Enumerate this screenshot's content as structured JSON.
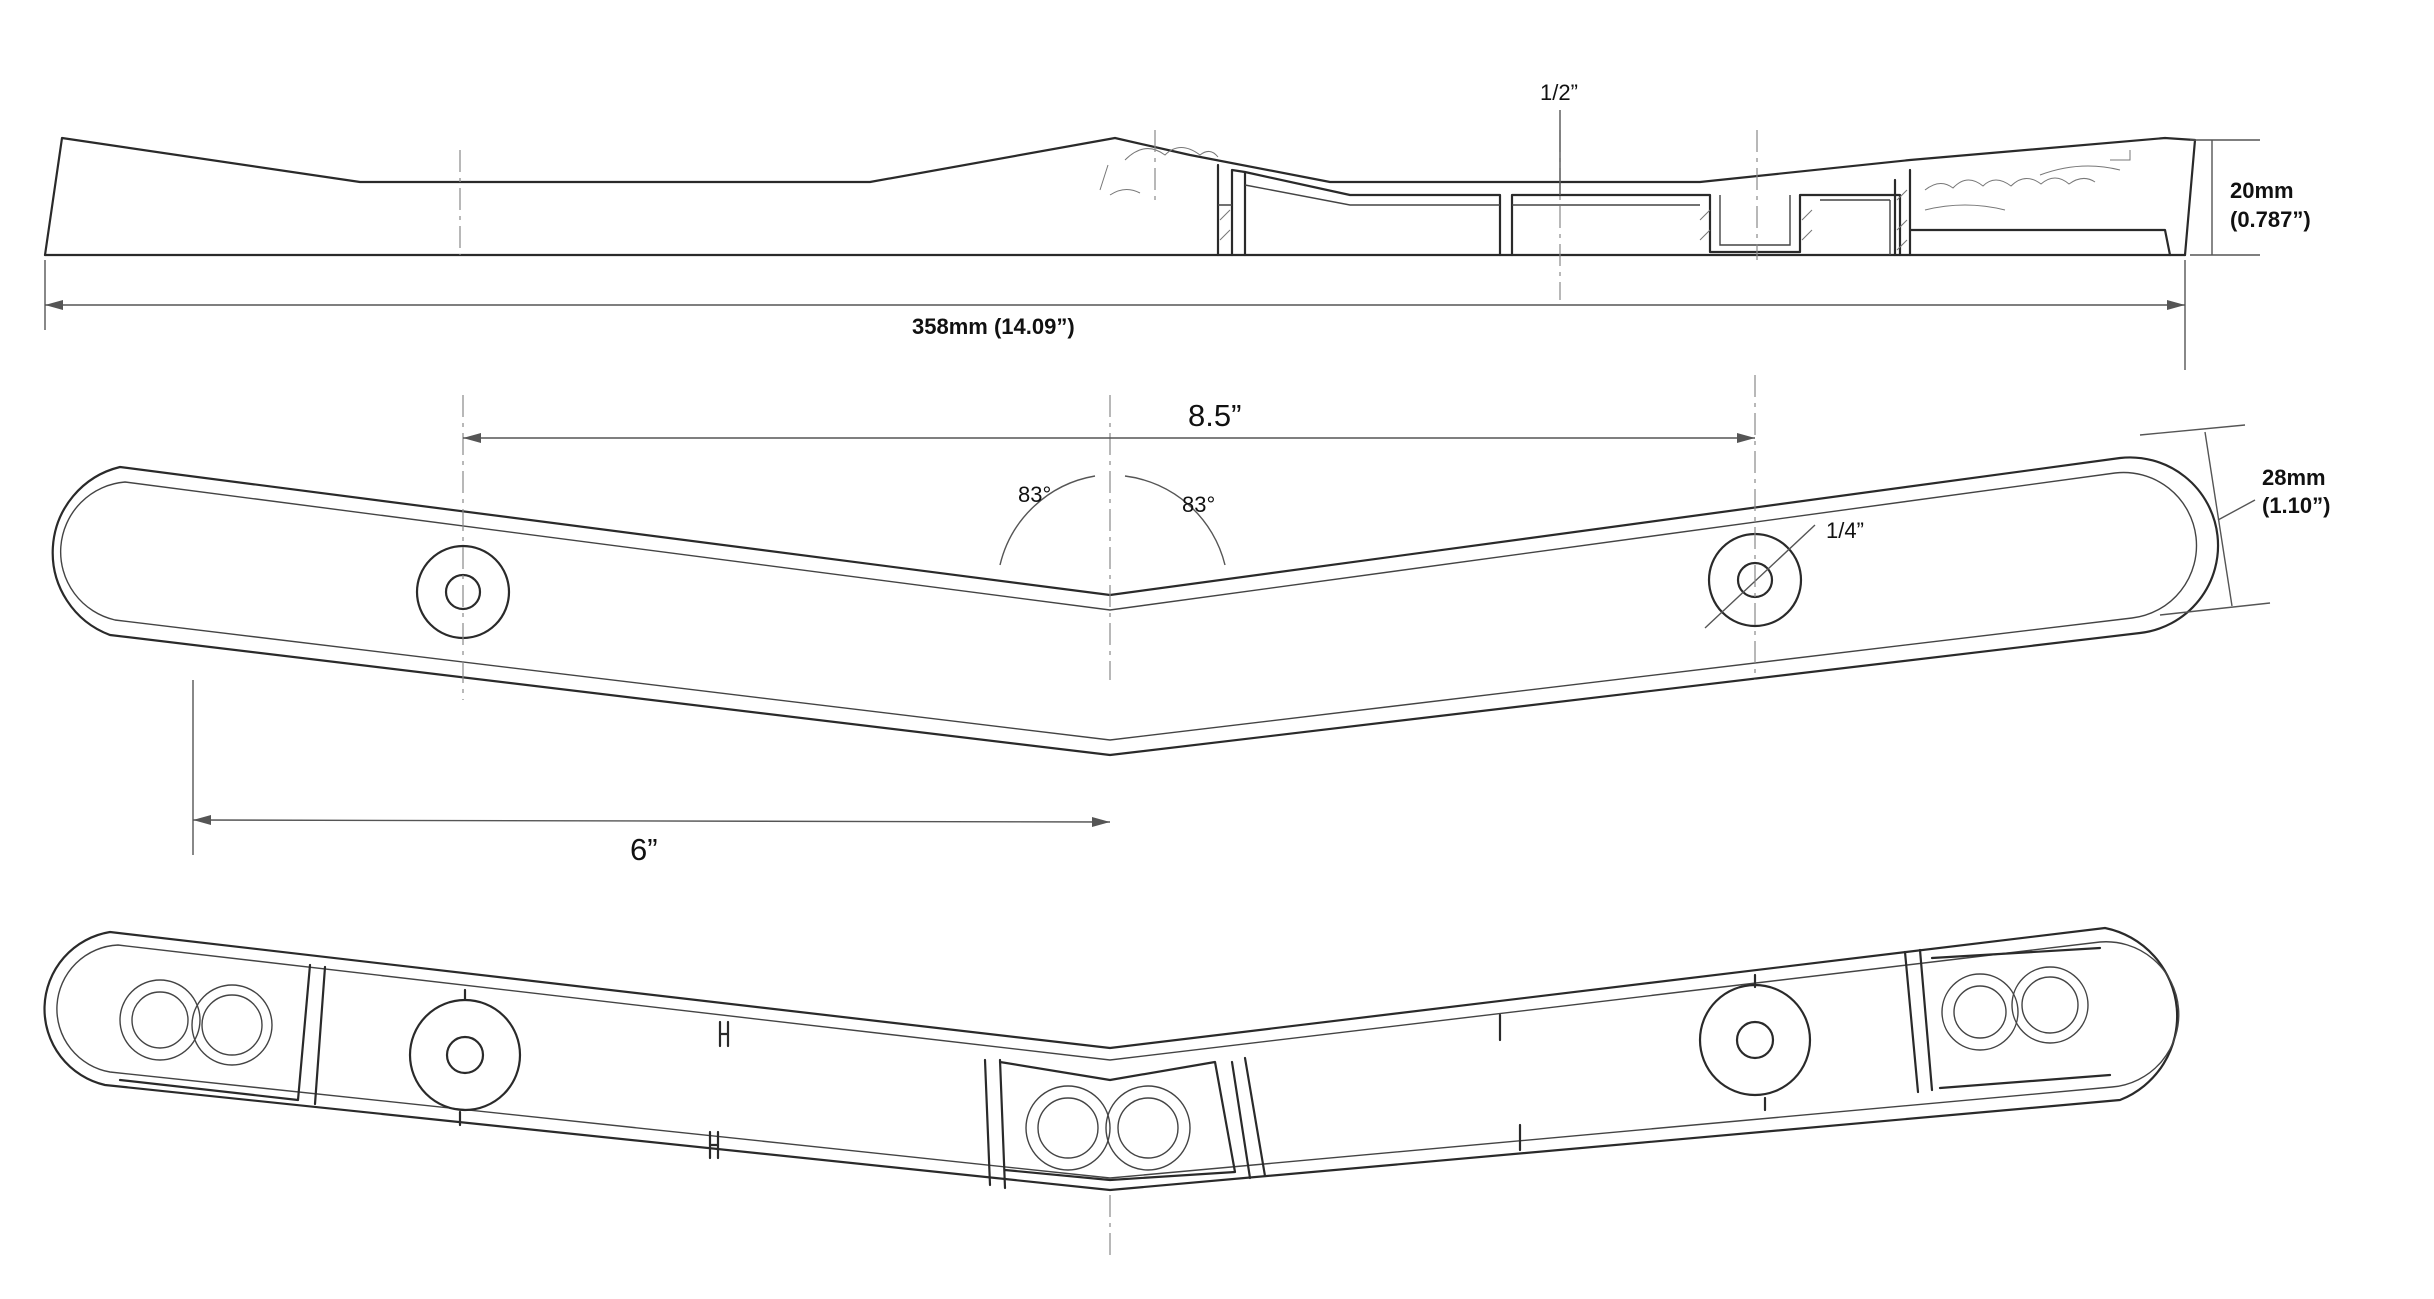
{
  "labels": {
    "thickness_half": "1/2”",
    "height_mm": "20mm",
    "height_in": "(0.787”)",
    "length": "358mm (14.09”)",
    "hole_spacing": "8.5”",
    "angle_left": "83°",
    "angle_right": "83°",
    "width_mm": "28mm",
    "width_in": "(1.10”)",
    "hole_dia": "1/4”",
    "half_span": "6”"
  }
}
